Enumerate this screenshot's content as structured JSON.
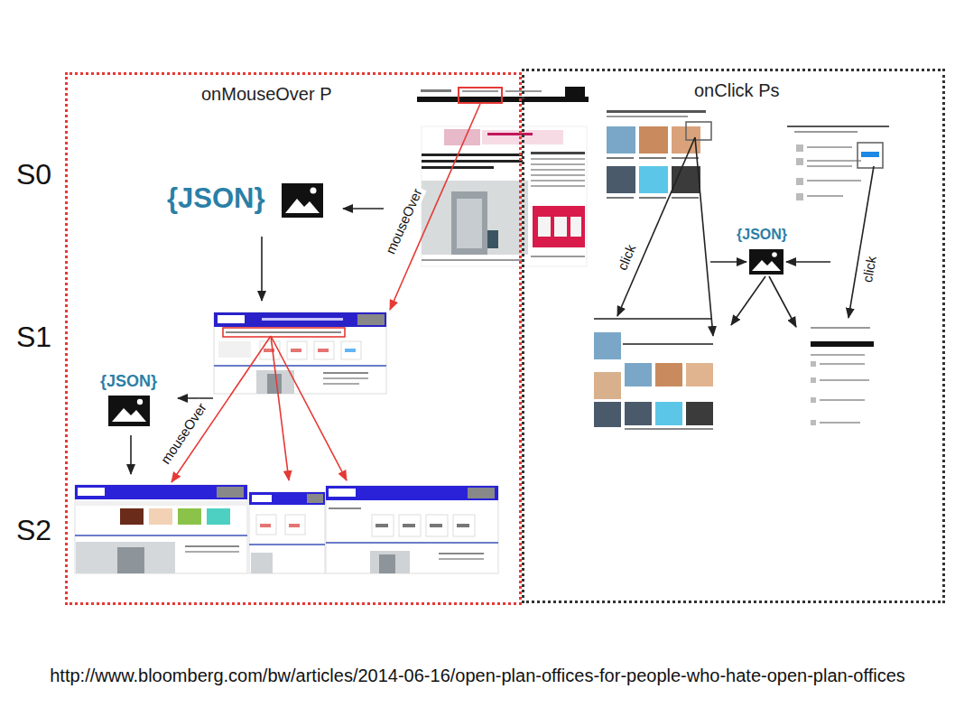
{
  "diagram": {
    "caption": "http://www.bloomberg.com/bw/articles/2014-06-16/open-plan-offices-for-people-who-hate-open-plan-offices",
    "nodes": [
      {
        "text": [
          "onMouseOver P"
        ]
      },
      {
        "text": [
          "onClick Ps"
        ]
      },
      {
        "text": [
          "{JSON}"
        ],
        "in": 0
      },
      {
        "text": [
          "{JSON}"
        ],
        "in": 0
      },
      {
        "text": [
          "{JSON}"
        ],
        "in": 1
      }
    ],
    "labels": [
      "S0",
      "S1",
      "S2",
      "mouseOver",
      "mouseOver",
      "click",
      "click"
    ]
  }
}
